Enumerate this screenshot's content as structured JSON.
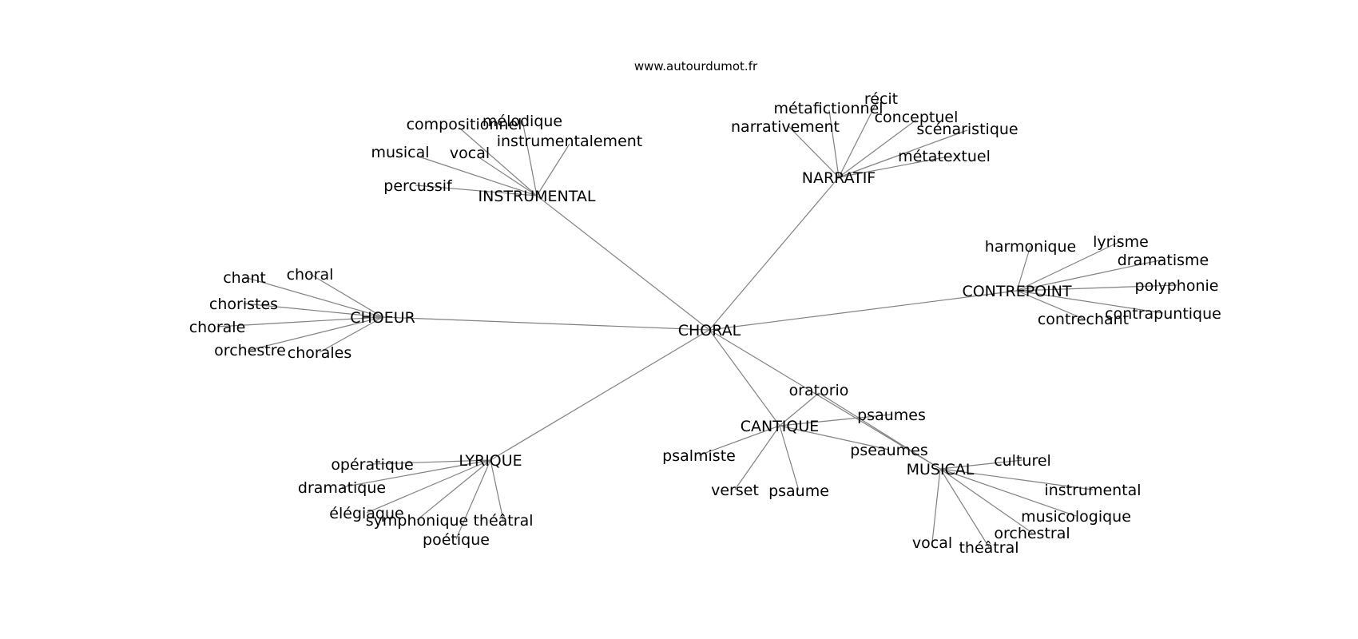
{
  "site_label": "www.autourdumot.fr",
  "graph": {
    "center": "CHORAL",
    "groups": [
      {
        "hub": "INSTRUMENTAL",
        "words": [
          "compositionnel",
          "mélodique",
          "instrumentalement",
          "musical",
          "vocal",
          "percussif"
        ]
      },
      {
        "hub": "NARRATIF",
        "words": [
          "récit",
          "métafictionnel",
          "narrativement",
          "conceptuel",
          "scénaristique",
          "métatextuel"
        ]
      },
      {
        "hub": "CONTREPOINT",
        "words": [
          "harmonique",
          "lyrisme",
          "dramatisme",
          "polyphonie",
          "contrapuntique",
          "contrechant"
        ]
      },
      {
        "hub": "CHOEUR",
        "words": [
          "chant",
          "choral",
          "choristes",
          "chorale",
          "orchestre",
          "chorales"
        ]
      },
      {
        "hub": "LYRIQUE",
        "words": [
          "opératique",
          "dramatique",
          "élégiaque",
          "symphonique",
          "théâtral",
          "poétique"
        ]
      },
      {
        "hub": "CANTIQUE",
        "words": [
          "oratorio",
          "psaumes",
          "psalmiste",
          "verset",
          "psaume",
          "pseaumes"
        ]
      },
      {
        "hub": "MUSICAL",
        "words": [
          "culturel",
          "instrumental",
          "musicologique",
          "orchestral",
          "théâtral",
          "vocal"
        ]
      }
    ],
    "extra_links": [
      [
        "oratorio",
        "MUSICAL"
      ]
    ]
  }
}
